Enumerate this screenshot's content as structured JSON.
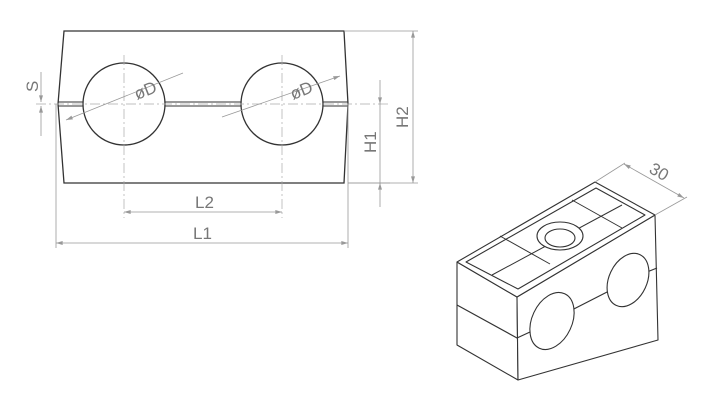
{
  "front_view": {
    "labels": {
      "s": "S",
      "d_left": "øD",
      "d_right": "øD",
      "h1": "H1",
      "h2": "H2",
      "l2": "L2",
      "l1": "L1"
    }
  },
  "iso_view": {
    "labels": {
      "depth": "30"
    }
  },
  "colors": {
    "outline": "#333333",
    "dimension": "#999999",
    "label": "#777777"
  }
}
